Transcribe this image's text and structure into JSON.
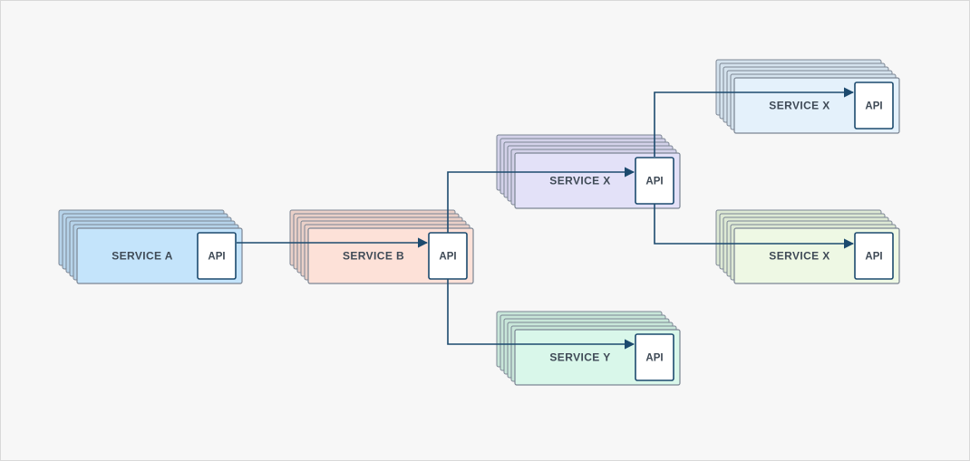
{
  "services": [
    {
      "id": "a",
      "label": "SERVICE A",
      "api_label": "API",
      "fill": "#c4e4fb",
      "shadow_fill": "#b6d3ea"
    },
    {
      "id": "b",
      "label": "SERVICE B",
      "api_label": "API",
      "fill": "#fde1d8",
      "shadow_fill": "#ead0c8"
    },
    {
      "id": "x1",
      "label": "SERVICE X",
      "api_label": "API",
      "fill": "#e3e1f8",
      "shadow_fill": "#d3d1e9"
    },
    {
      "id": "x2",
      "label": "SERVICE X",
      "api_label": "API",
      "fill": "#e4f1fb",
      "shadow_fill": "#d4e2ed"
    },
    {
      "id": "x3",
      "label": "SERVICE X",
      "api_label": "API",
      "fill": "#eef8e4",
      "shadow_fill": "#dde9d4"
    },
    {
      "id": "y",
      "label": "SERVICE Y",
      "api_label": "API",
      "fill": "#d9f7ea",
      "shadow_fill": "#c8e6d9"
    }
  ],
  "colors": {
    "border": "#7b8593",
    "api_border": "#1c4a6e",
    "connector": "#1c4a6e",
    "api_fill": "#ffffff",
    "background": "#f7f7f7"
  }
}
